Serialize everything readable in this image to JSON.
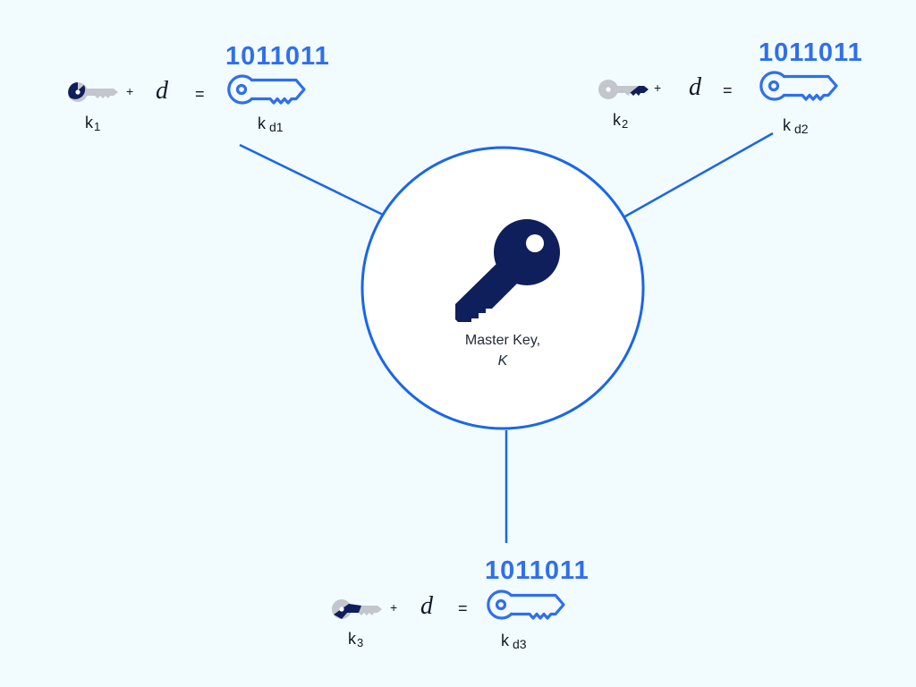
{
  "colors": {
    "background": "#f2fbfd",
    "accent_blue": "#2f6fed",
    "line_blue": "#1a66e8",
    "navy": "#0f1f5c",
    "grey_key": "#c3c6cc"
  },
  "master": {
    "label": "Master Key,",
    "variable": "K",
    "icon": "key-icon"
  },
  "groups": [
    {
      "id": "1",
      "key_label": "k",
      "key_sub": "1",
      "plus": "+",
      "variable": "d",
      "equals": "=",
      "binary": "1011011",
      "derived_label": "k",
      "derived_sub": "d1"
    },
    {
      "id": "2",
      "key_label": "k",
      "key_sub": "2",
      "plus": "+",
      "variable": "d",
      "equals": "=",
      "binary": "1011011",
      "derived_label": "k",
      "derived_sub": "d2"
    },
    {
      "id": "3",
      "key_label": "k",
      "key_sub": "3",
      "plus": "+",
      "variable": "d",
      "equals": "=",
      "binary": "1011011",
      "derived_label": "k",
      "derived_sub": "d3"
    }
  ]
}
